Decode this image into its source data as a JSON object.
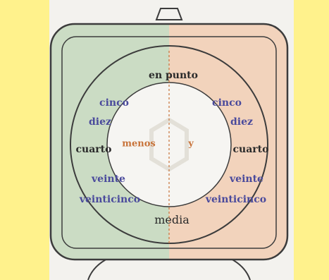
{
  "colors": {
    "side_panel": "#FFF28C",
    "page_bg": "#F3F2EE",
    "left_half": "#CBDCC4",
    "right_half": "#F2D3BC",
    "inner_circle": "#F6F5F2",
    "outline": "#3C3C3C",
    "purple_text": "#4A4A9C",
    "orange_text": "#C8733A",
    "dark_text": "#2A2A2A"
  },
  "clock_labels": {
    "top": "en punto",
    "bottom": "media",
    "left_five": "cinco",
    "left_ten": "diez",
    "left_quarter": "cuarto",
    "left_twenty": "veinte",
    "left_twentyfive": "veinticinco",
    "right_five": "cinco",
    "right_ten": "diez",
    "right_quarter": "cuarto",
    "right_twenty": "veinte",
    "right_twentyfive": "veinticinco",
    "minus": "menos",
    "and": "y"
  }
}
